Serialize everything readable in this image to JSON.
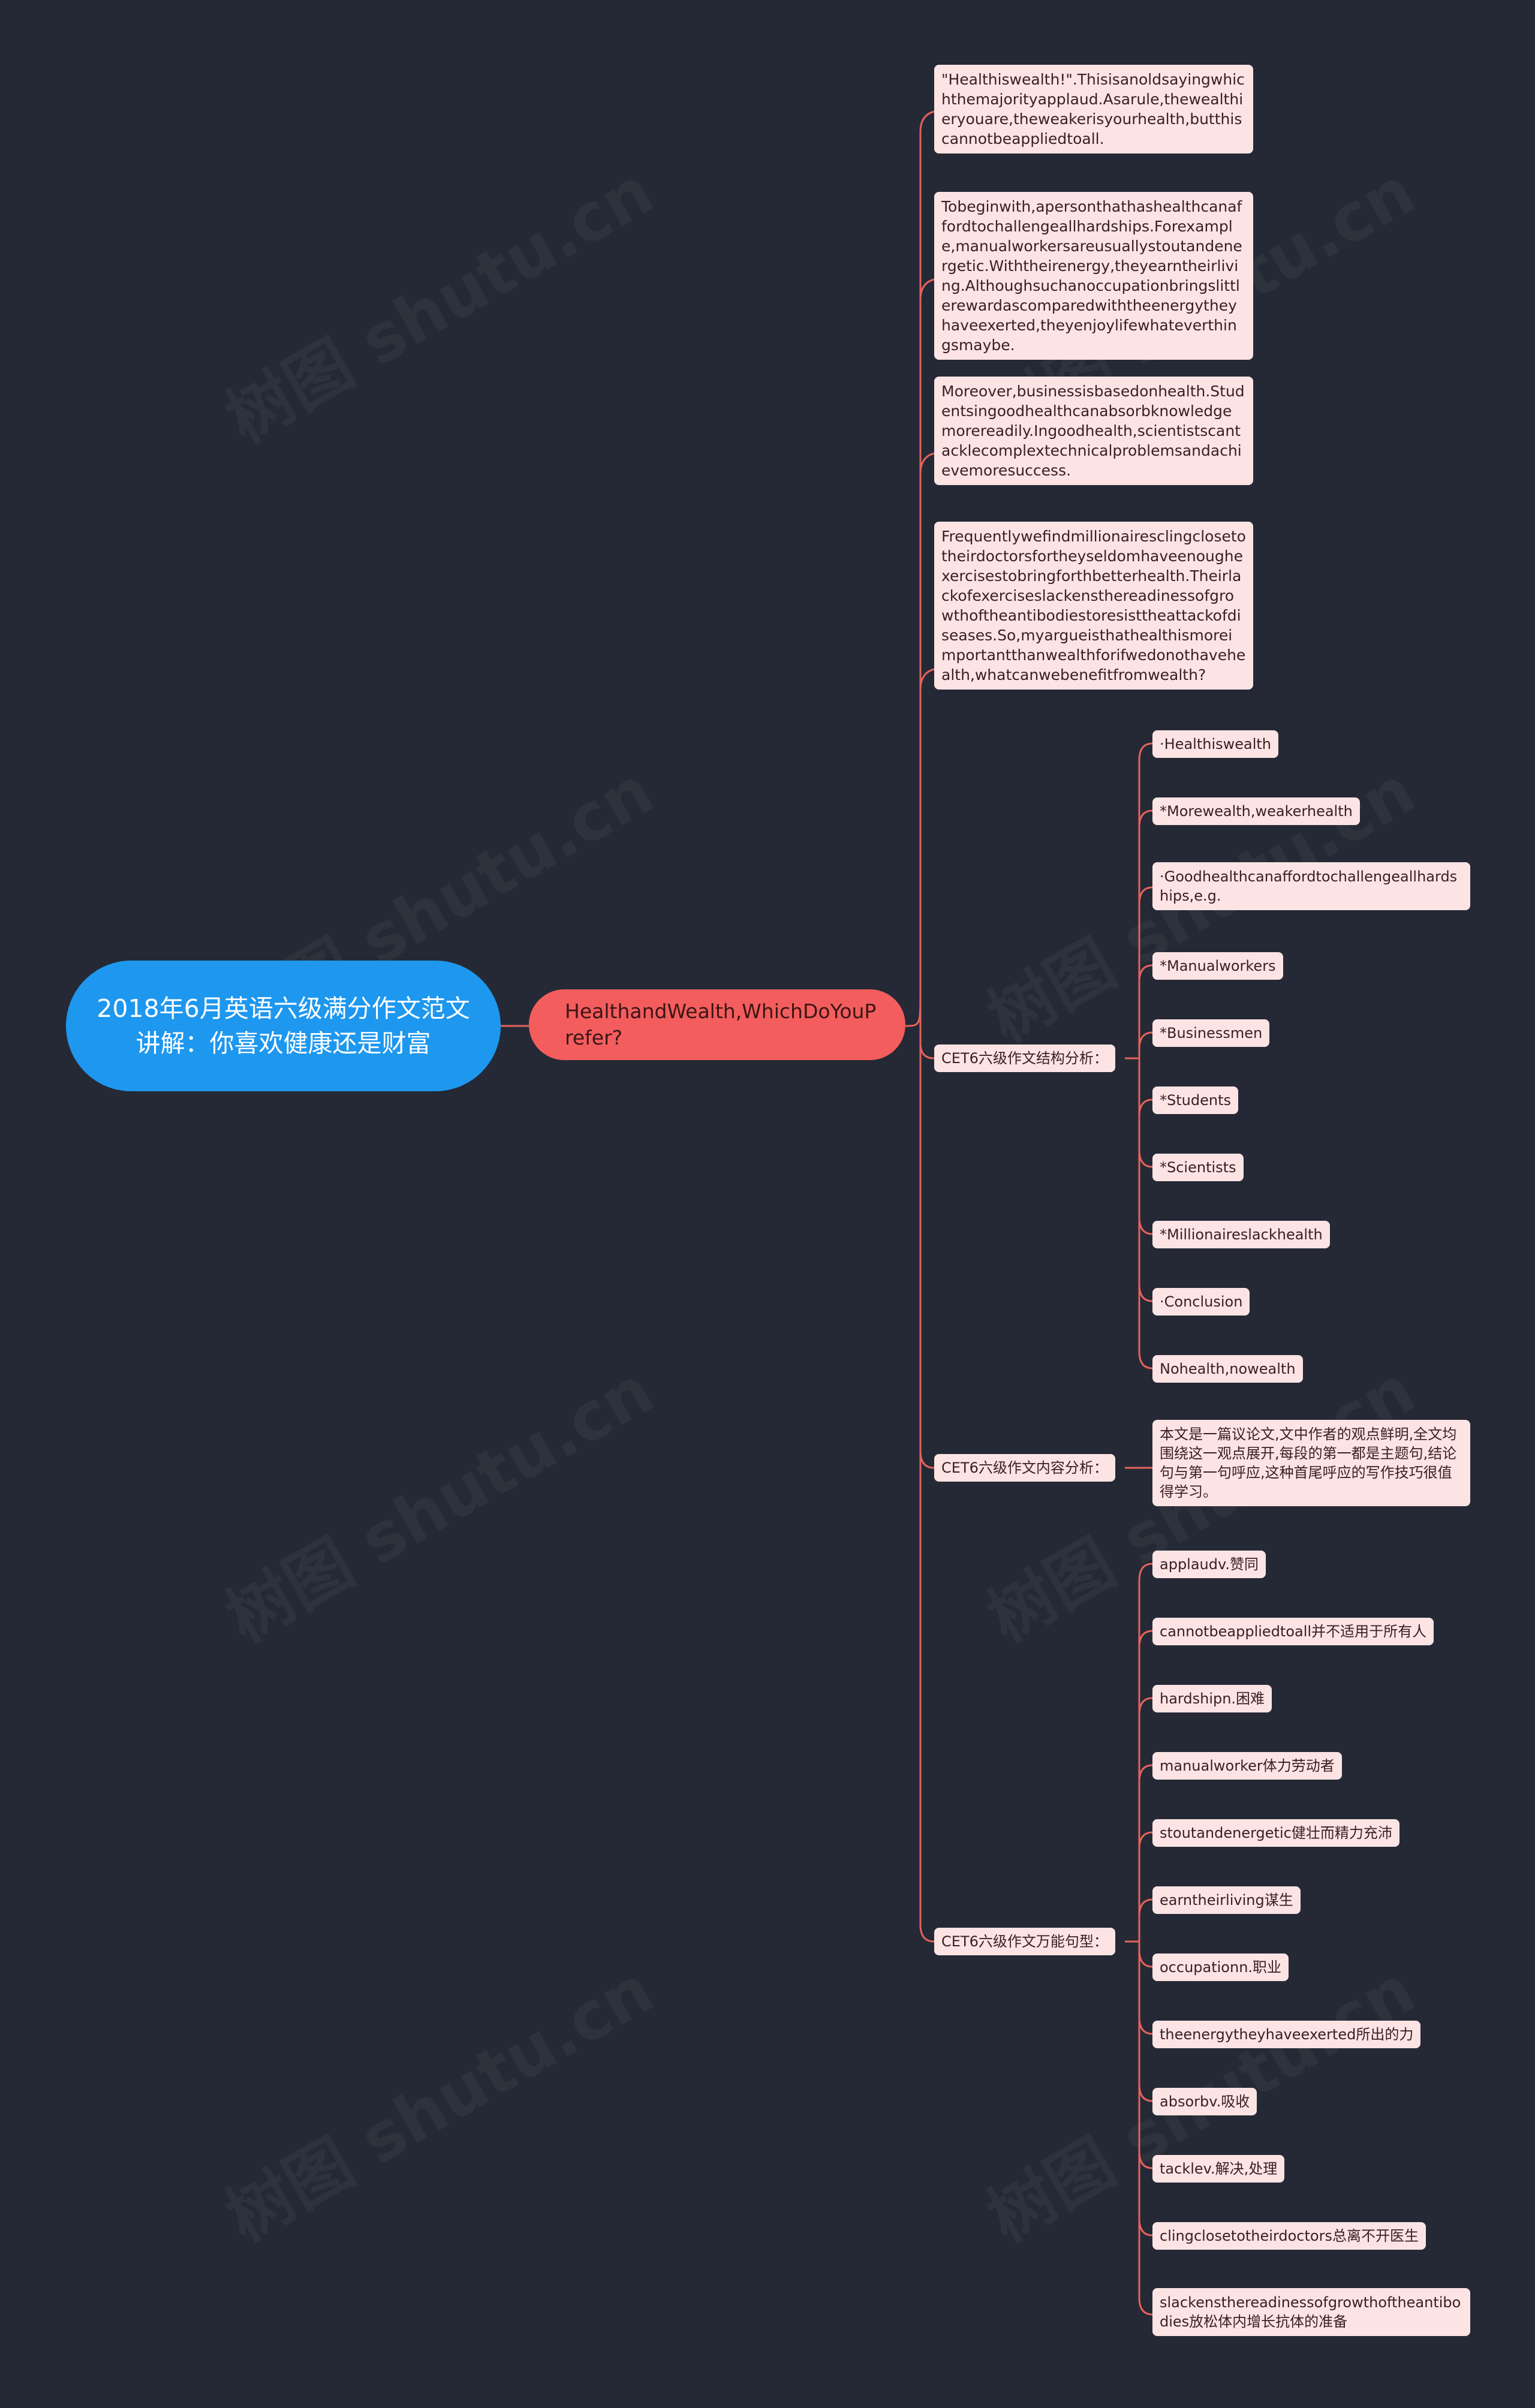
{
  "root": {
    "title": "2018年6月英语六级满分作文范文讲解：你喜欢健康还是财富"
  },
  "main_topic": {
    "label": "HealthandWealth,WhichDoYouPrefer?"
  },
  "paragraphs": [
    "\"Healthiswealth!\".Thisisanoldsayingwhichthemajorityapplaud.Asarule,thewealthieryouare,theweakerisyourhealth,butthiscannotbeappliedtoall.",
    "Tobeginwith,apersonthathashealthcanaffordtochallengeallhardships.Forexample,manualworkersareusuallystoutandenergetic.Withtheirenergy,theyearntheirliving.Althoughsuchanoccupationbringslittlerewardascomparedwiththeenergytheyhaveexerted,theyenjoylifewhateverthingsmaybe.",
    "Moreover,businessisbasedonhealth.Studentsingoodhealthcanabsorbknowledgemorereadily.Ingoodhealth,scientistscantacklecomplextechnicalproblemsandachievemoresuccess.",
    "Frequentlywefindmillionairesclingclosetotheirdoctorsfortheyseldomhaveenoughexercisestobringforthbetterhealth.Theirlackofexerciseslackensthereadinessofgrowthoftheantibodiestoresisttheattackofdiseases.So,myargueisthathealthismoreimportantthanwealthforifwedonothavehealth,whatcanwebenefitfromwealth?"
  ],
  "structure": {
    "label": "CET6六级作文结构分析：",
    "items": [
      "·Healthiswealth",
      "*Morewealth,weakerhealth",
      "·Goodhealthcanaffordtochallengeallhardships,e.g.",
      "*Manualworkers",
      "*Businessmen",
      "*Students",
      "*Scientists",
      "*Millionaireslackhealth",
      "·Conclusion",
      "Nohealth,nowealth"
    ]
  },
  "content": {
    "label": "CET6六级作文内容分析：",
    "text": "本文是一篇议论文,文中作者的观点鲜明,全文均围绕这一观点展开,每段的第一都是主题句,结论句与第一句呼应,这种首尾呼应的写作技巧很值得学习。"
  },
  "phrases": {
    "label": "CET6六级作文万能句型：",
    "items": [
      "applaudv.赞同",
      "cannotbeappliedtoall并不适用于所有人",
      "hardshipn.困难",
      "manualworker体力劳动者",
      "stoutandenergetic健壮而精力充沛",
      "earntheirliving谋生",
      "occupationn.职业",
      "theenergytheyhaveexerted所出的力",
      "absorbv.吸收",
      "tacklev.解决,处理",
      "clingclosetotheirdoctors总离不开医生",
      "slackensthereadinessofgrowthoftheantibodies放松体内增长抗体的准备"
    ]
  },
  "watermark": "树图 shutu.cn",
  "colors": {
    "background": "#242935",
    "root": "#1e97ef",
    "main": "#f45d5d",
    "box": "#fde4e4",
    "link": "#e5625c"
  }
}
